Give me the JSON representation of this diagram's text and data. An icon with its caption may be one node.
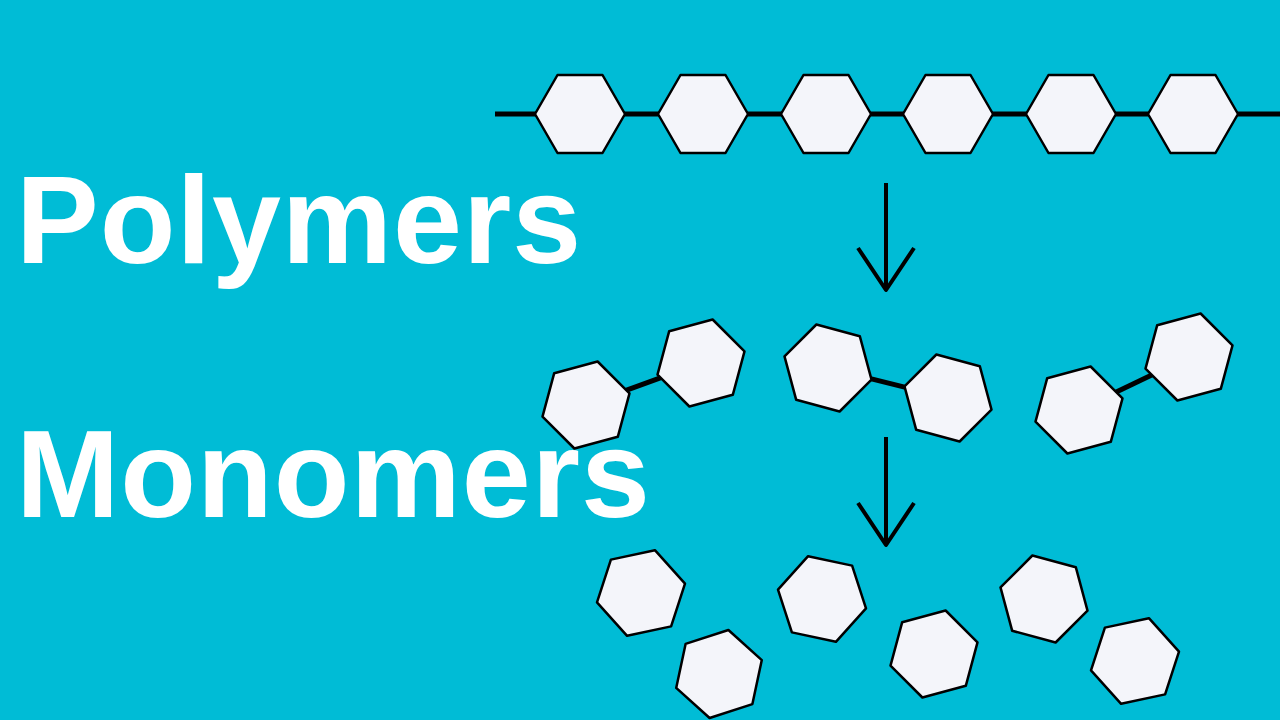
{
  "diagram": {
    "nodes": [
      {
        "text": [],
        "shape": "hexagon"
      },
      {
        "text": [],
        "shape": "hexagon"
      },
      {
        "text": [],
        "shape": "hexagon"
      },
      {
        "text": [],
        "shape": "hexagon"
      },
      {
        "text": [],
        "shape": "hexagon"
      },
      {
        "text": [],
        "shape": "hexagon"
      },
      {
        "text": [],
        "shape": "hexagon"
      },
      {
        "text": [],
        "shape": "hexagon"
      },
      {
        "text": [],
        "shape": "hexagon"
      },
      {
        "text": [],
        "shape": "hexagon"
      },
      {
        "text": [],
        "shape": "hexagon"
      },
      {
        "text": [],
        "shape": "hexagon"
      },
      {
        "text": [],
        "shape": "hexagon"
      },
      {
        "text": [],
        "shape": "hexagon"
      },
      {
        "text": [],
        "shape": "hexagon"
      },
      {
        "text": [],
        "shape": "hexagon"
      },
      {
        "text": [],
        "shape": "hexagon"
      },
      {
        "text": [],
        "shape": "hexagon"
      }
    ],
    "edges": [
      {
        "from": null,
        "to": 0,
        "arrow": "none"
      },
      {
        "from": 0,
        "to": 1,
        "arrow": "none"
      },
      {
        "from": 1,
        "to": 2,
        "arrow": "none"
      },
      {
        "from": 2,
        "to": 3,
        "arrow": "none"
      },
      {
        "from": 3,
        "to": 4,
        "arrow": "none"
      },
      {
        "from": 4,
        "to": 5,
        "arrow": "none"
      },
      {
        "from": 5,
        "to": null,
        "arrow": "none"
      },
      {
        "from": 6,
        "to": 7,
        "arrow": "none"
      },
      {
        "from": 8,
        "to": 9,
        "arrow": "none"
      },
      {
        "from": 10,
        "to": 11,
        "arrow": "none"
      }
    ],
    "labels": [
      "Polymers",
      "Monomers"
    ]
  }
}
